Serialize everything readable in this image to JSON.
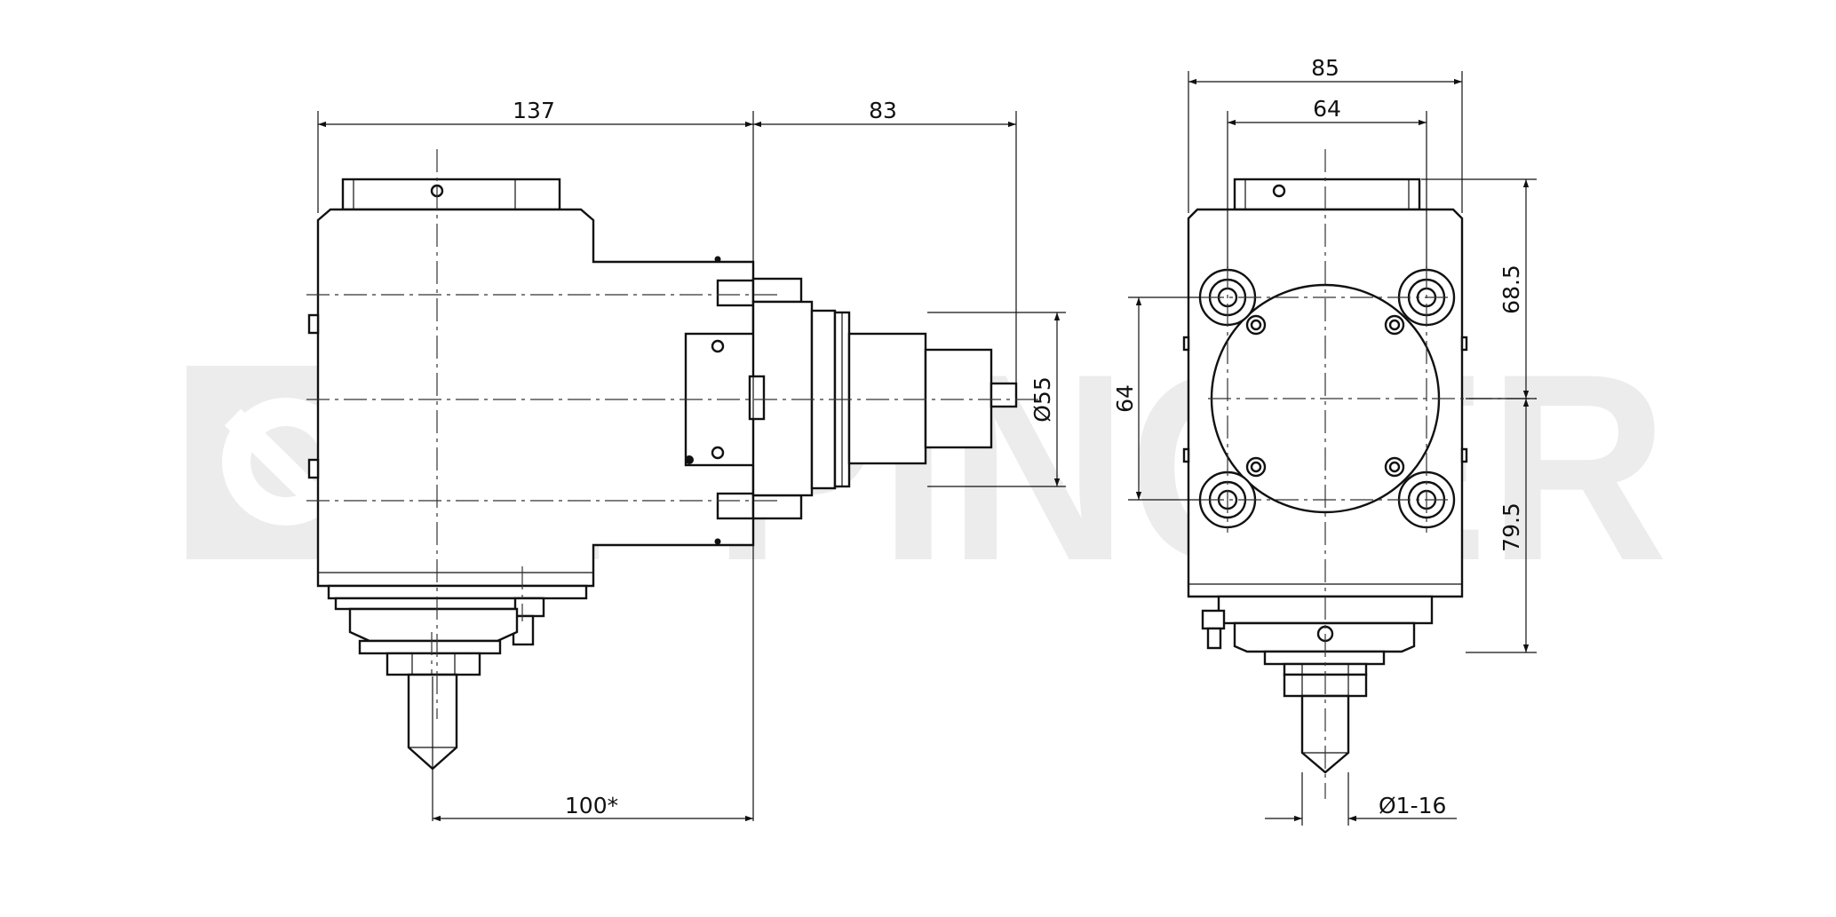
{
  "watermark": {
    "text": "EPPINGER"
  },
  "dimensions": {
    "overall_length": "137",
    "output_length": "83",
    "reference_length": "100*",
    "output_diameter": "Ø55",
    "flange_width": "85",
    "bolt_spacing_horizontal": "64",
    "bolt_spacing_vertical": "64",
    "upper_height": "68.5",
    "lower_height": "79.5",
    "collet_range": "Ø1-16"
  }
}
